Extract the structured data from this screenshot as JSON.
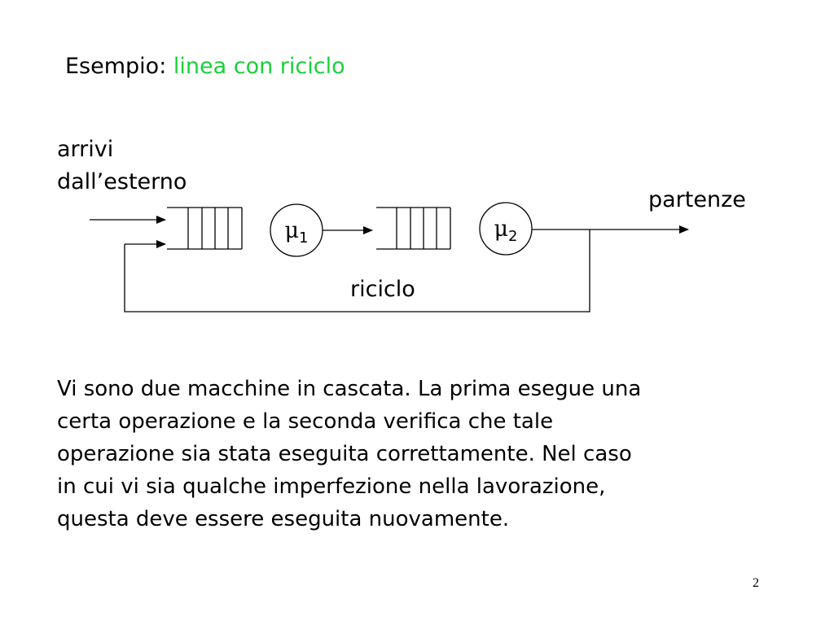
{
  "slide": {
    "title_prefix": "Esempio: ",
    "title_accent": "linea con riciclo",
    "accent_color": "#19d13a",
    "page_number": "2"
  },
  "diagram": {
    "arrivals_line1": "arrivi",
    "arrivals_line2": "dall’esterno",
    "departures_label": "partenze",
    "recycle_label": "riciclo",
    "server1": {
      "symbol": "μ",
      "subscript": "1"
    },
    "server2": {
      "symbol": "μ",
      "subscript": "2"
    }
  },
  "body": {
    "lines": [
      "Vi sono due macchine in cascata. La prima esegue una",
      "certa operazione e la seconda verifica che tale",
      "operazione sia stata eseguita correttamente. Nel caso",
      "in cui vi sia qualche imperfezione nella lavorazione,",
      "questa deve essere eseguita nuovamente."
    ]
  }
}
